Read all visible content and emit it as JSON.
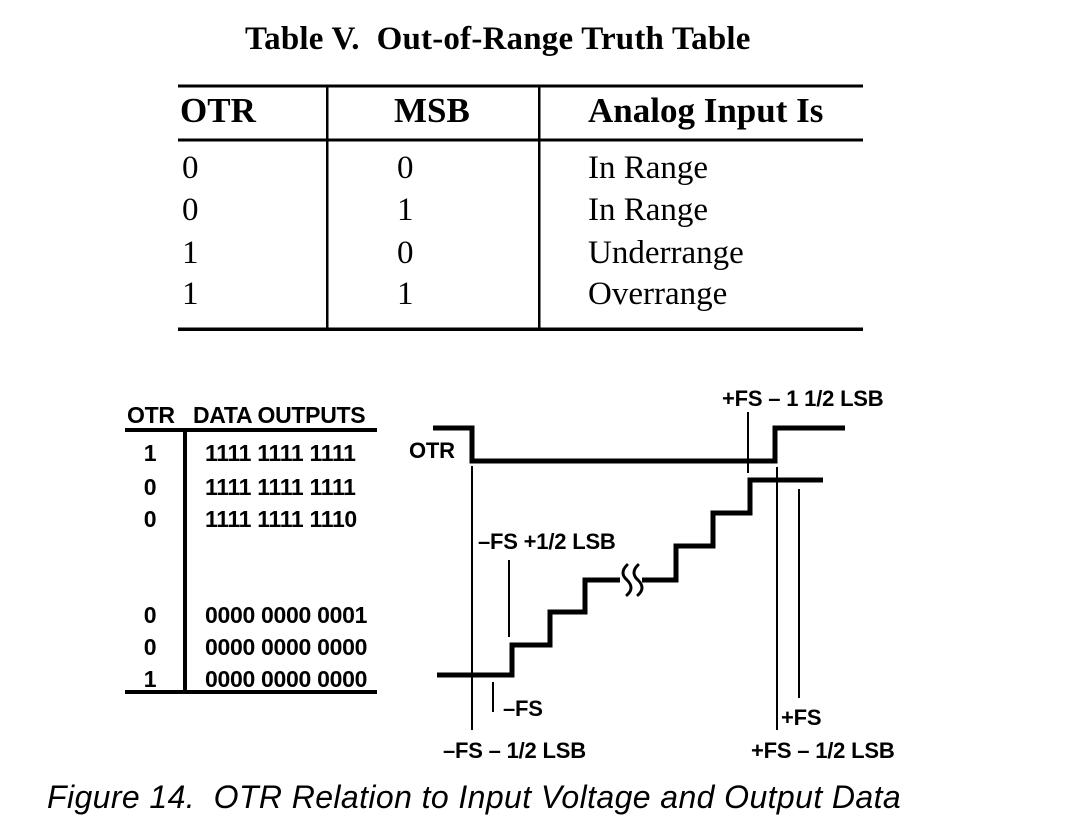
{
  "page": {
    "background": "#ffffff",
    "ink": "#000000"
  },
  "tableV": {
    "title": "Table V.  Out-of-Range Truth Table",
    "headers": [
      "OTR",
      "MSB",
      "Analog Input Is"
    ],
    "rows": [
      {
        "otr": "0",
        "msb": "0",
        "analog": "In Range"
      },
      {
        "otr": "0",
        "msb": "1",
        "analog": "In Range"
      },
      {
        "otr": "1",
        "msb": "0",
        "analog": "Underrange"
      },
      {
        "otr": "1",
        "msb": "1",
        "analog": "Overrange"
      }
    ]
  },
  "figure": {
    "output_table": {
      "headers": [
        "OTR",
        "DATA OUTPUTS"
      ],
      "rows": [
        {
          "otr": "1",
          "data": "1111 1111 1111"
        },
        {
          "otr": "0",
          "data": "1111 1111 1111"
        },
        {
          "otr": "0",
          "data": "1111 1111 1110"
        },
        {
          "otr": "0",
          "data": "0000 0000 0001"
        },
        {
          "otr": "0",
          "data": "0000 0000 0000"
        },
        {
          "otr": "1",
          "data": "0000 0000 0000"
        }
      ]
    },
    "waveform": {
      "otr_label": "OTR",
      "annotations": {
        "neg_fs_plus_half_lsb": "–FS +1/2 LSB",
        "neg_fs": "–FS",
        "neg_fs_minus_half_lsb": "–FS – 1/2 LSB",
        "pos_fs_minus_1_half_lsb": "+FS – 1 1/2 LSB",
        "pos_fs": "+FS",
        "pos_fs_minus_half_lsb": "+FS – 1/2 LSB"
      }
    },
    "caption": "Figure 14.  OTR Relation to Input Voltage and Output Data"
  }
}
